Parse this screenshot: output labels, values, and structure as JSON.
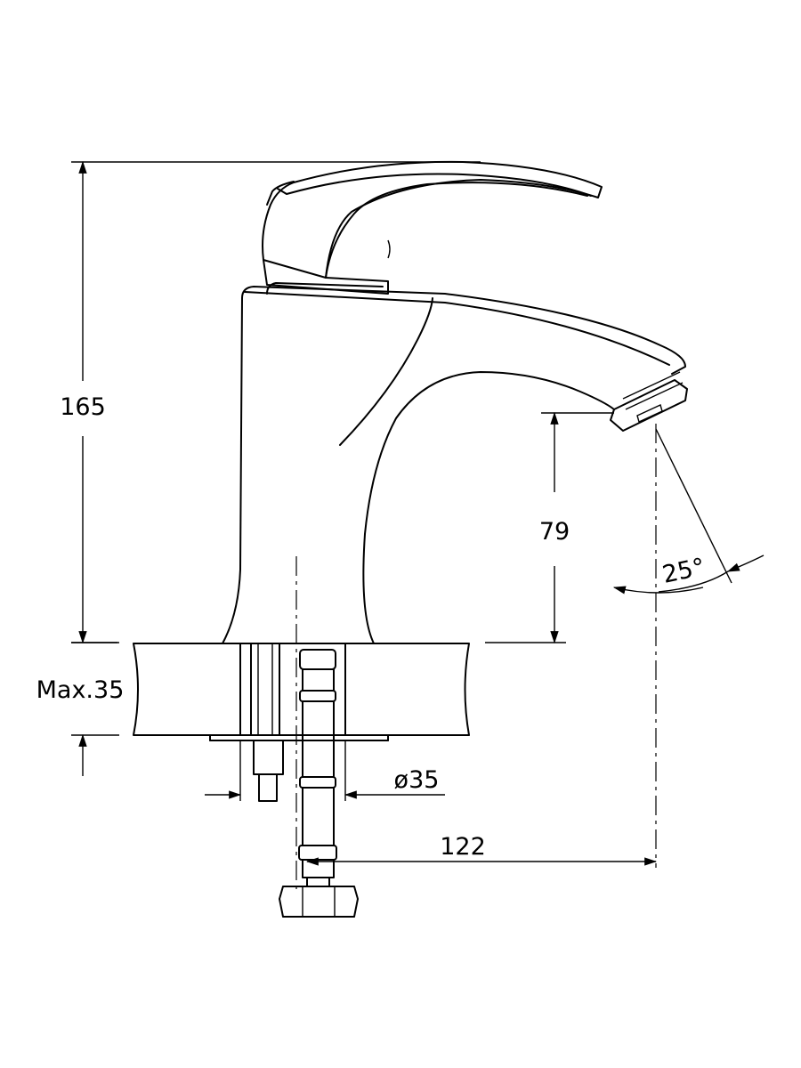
{
  "dimensions": {
    "height_total": "165",
    "spout_height": "79",
    "spout_angle": "25°",
    "max_thickness": "Max.35",
    "hole_diameter": "ø35",
    "reach": "122"
  },
  "colors": {
    "line": "#000000",
    "background": "#ffffff"
  }
}
